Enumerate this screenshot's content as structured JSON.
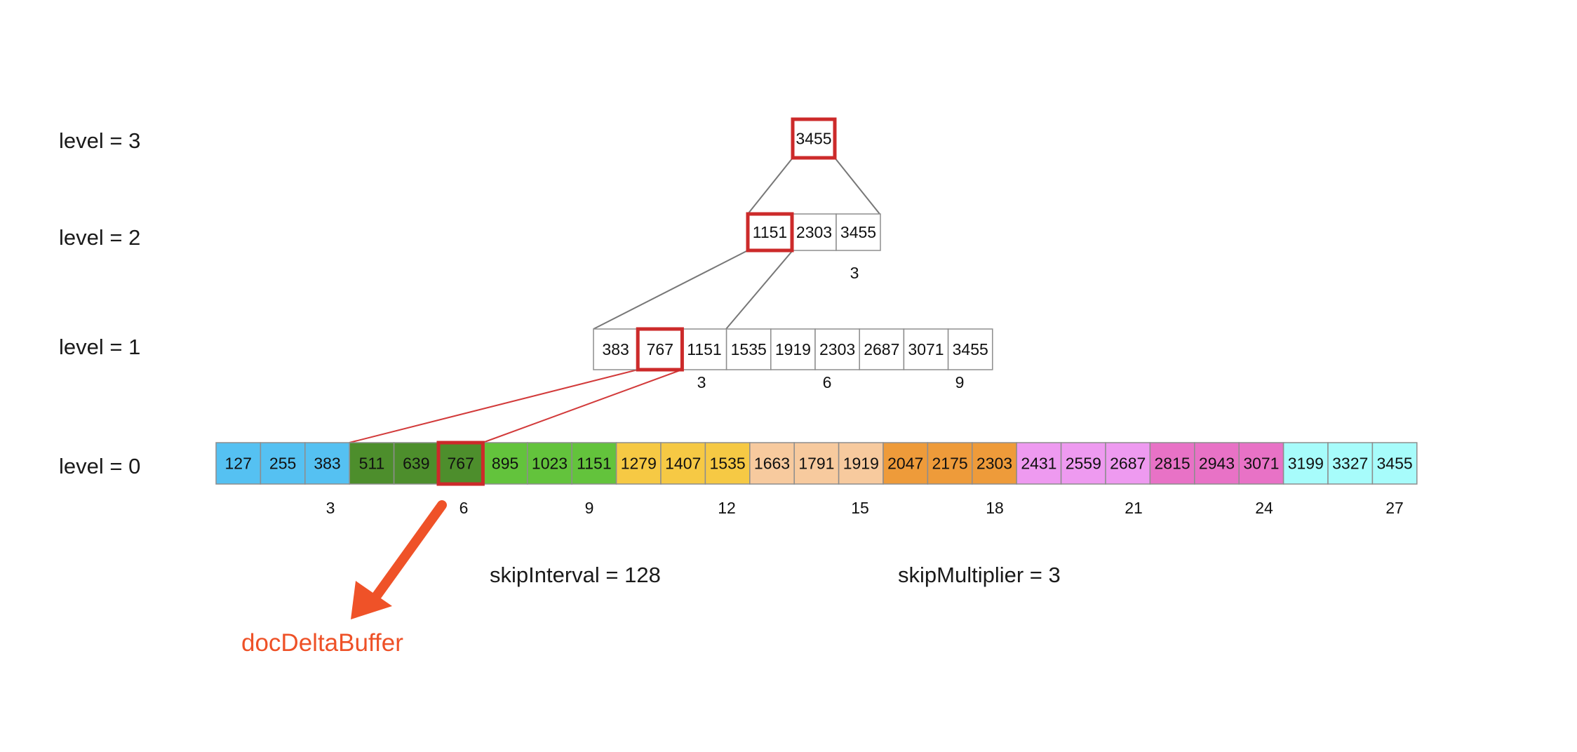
{
  "levels": [
    {
      "label": "level = 3",
      "values": [
        "3455"
      ],
      "indices": []
    },
    {
      "label": "level = 2",
      "values": [
        "1151",
        "2303",
        "3455"
      ],
      "indices": [
        "3"
      ]
    },
    {
      "label": "level = 1",
      "values": [
        "383",
        "767",
        "1151",
        "1535",
        "1919",
        "2303",
        "2687",
        "3071",
        "3455"
      ],
      "indices": [
        "3",
        "6",
        "9"
      ]
    },
    {
      "label": "level = 0",
      "values": [
        "127",
        "255",
        "383",
        "511",
        "639",
        "767",
        "895",
        "1023",
        "1151",
        "1279",
        "1407",
        "1535",
        "1663",
        "1791",
        "1919",
        "2047",
        "2175",
        "2303",
        "2431",
        "2559",
        "2687",
        "2815",
        "2943",
        "3071",
        "3199",
        "3327",
        "3455"
      ],
      "indices": [
        "3",
        "6",
        "9",
        "12",
        "15",
        "18",
        "21",
        "24",
        "27"
      ]
    }
  ],
  "highlighted": {
    "level3": 0,
    "level2": 0,
    "level1": 1,
    "level0": 5
  },
  "level0_colors": [
    "#55c1f2",
    "#55c1f2",
    "#55c1f2",
    "#4d8e2c",
    "#4d8e2c",
    "#4d8e2c",
    "#63c33c",
    "#63c33c",
    "#63c33c",
    "#f6c944",
    "#f6c944",
    "#f6c944",
    "#f7ca9e",
    "#f7ca9e",
    "#f7ca9e",
    "#ee9b3a",
    "#ee9b3a",
    "#ee9b3a",
    "#ee9af0",
    "#ee9af0",
    "#ee9af0",
    "#e872c6",
    "#e872c6",
    "#e872c6",
    "#a7fcfb",
    "#a7fcfb",
    "#a7fcfb"
  ],
  "colors": {
    "highlight": "#cc2a2a",
    "cell_border": "#8d8d8d",
    "connector": "#777777",
    "connector_level0": "#d23a3a",
    "arrow": "#ef5228"
  },
  "params": {
    "skip_interval": "skipInterval = 128",
    "skip_multiplier": "skipMultiplier = 3"
  },
  "callout": {
    "label": "docDeltaBuffer"
  }
}
